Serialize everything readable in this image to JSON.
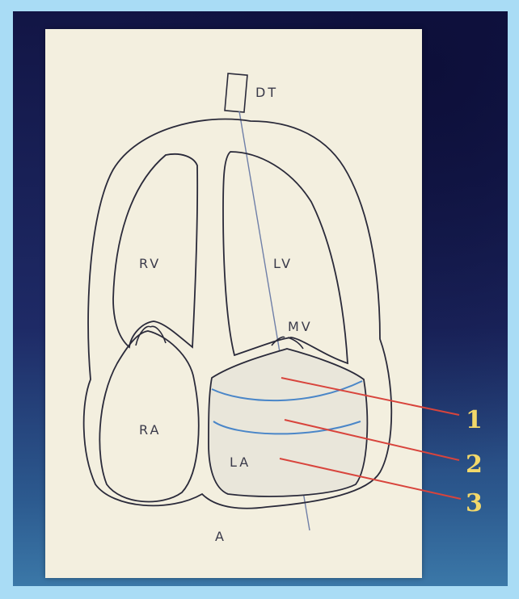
{
  "labels": {
    "transducer": "DT",
    "rv": "RV",
    "lv": "LV",
    "mv": "MV",
    "ra": "RA",
    "la": "LA",
    "aorta": "A"
  },
  "callouts": [
    "1",
    "2",
    "3"
  ],
  "colors": {
    "frame": "#a9dcf5",
    "card": "#f3efdf",
    "outline": "#2a2a3a",
    "blue_band": "#4a86c8",
    "pointer": "#d8443c",
    "callout_text": "#f2d86a"
  }
}
